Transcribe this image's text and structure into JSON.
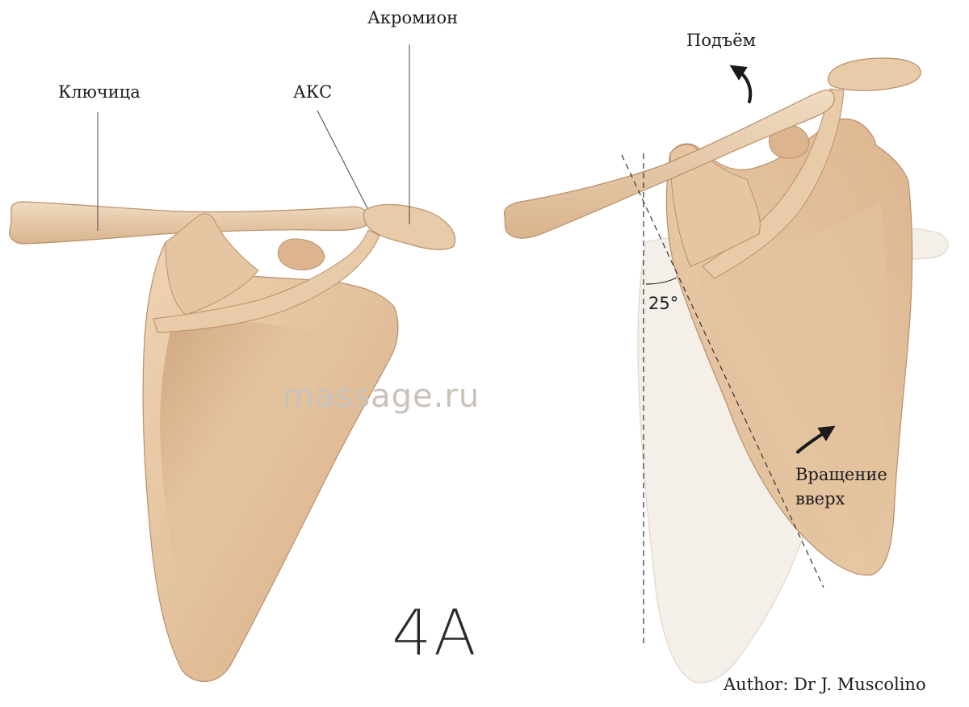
{
  "labels": {
    "clavicle": "Ключица",
    "acromion": "Акромион",
    "acj": "АКС",
    "elevation": "Подъём",
    "rotation_line1": "Вращение",
    "rotation_line2": "вверх",
    "angle": "25°",
    "figure": "4A",
    "watermark": "massage.ru",
    "author": "Author: Dr J. Muscolino"
  },
  "colors": {
    "bone": "#e6c7a4",
    "bone_shadow": "#c9a079",
    "bone_dark": "#b5855d",
    "ghost_bone": "#f3ede6",
    "ghost_outline": "#e4dbd0",
    "leader_line": "#444444"
  }
}
